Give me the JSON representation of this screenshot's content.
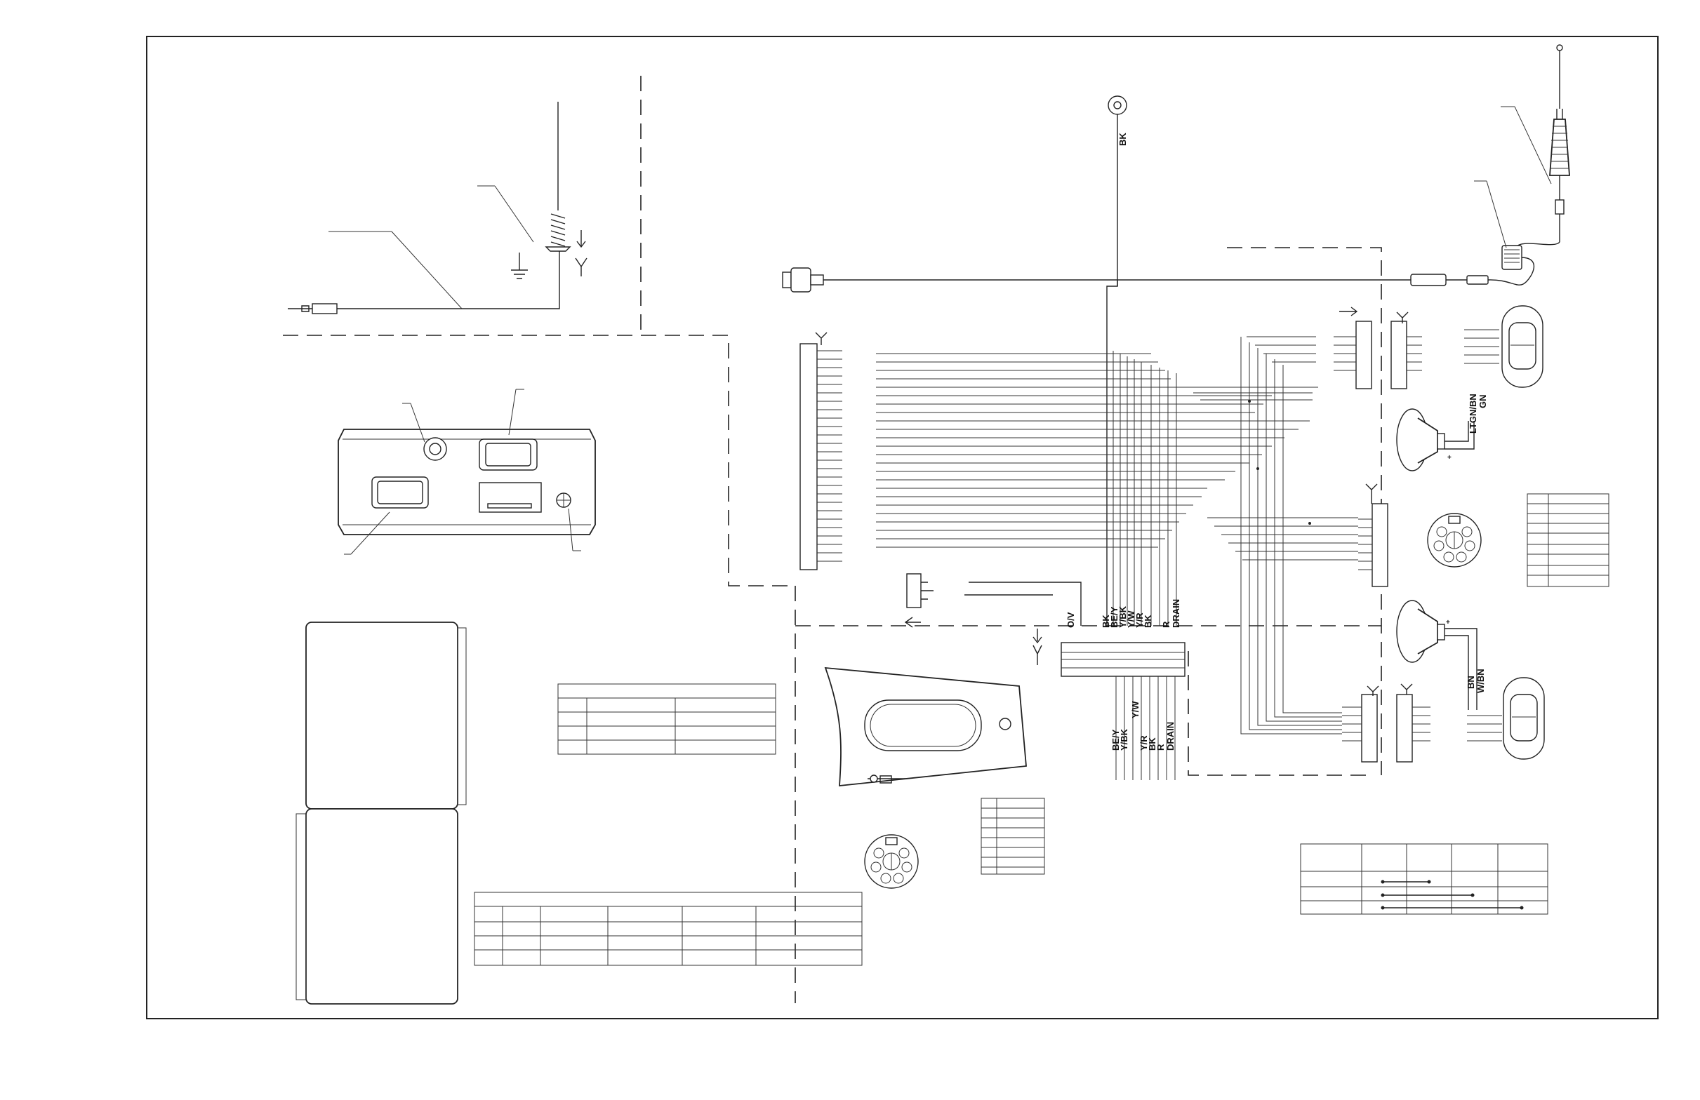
{
  "wire_labels": {
    "ground_wire": "BK",
    "right_speaker": "LTGN/BN",
    "right_speaker_2": "GN",
    "left_speaker": "BN",
    "left_speaker_2": "W/BN"
  },
  "harness_upper_labels": [
    "O/V",
    "BK",
    "BE/Y",
    "Y/BK",
    "Y/W",
    "Y/R",
    "BK",
    "R",
    "DRAIN"
  ],
  "harness_lower_labels": [
    "BE/Y",
    "Y/BK",
    "Y/W",
    "Y/R",
    "BK",
    "R",
    "DRAIN"
  ],
  "icons": [
    "antenna-icon",
    "ring-terminal-icon",
    "speaker-icon",
    "connector-icon",
    "ground-symbol-icon",
    "switch-icon"
  ]
}
